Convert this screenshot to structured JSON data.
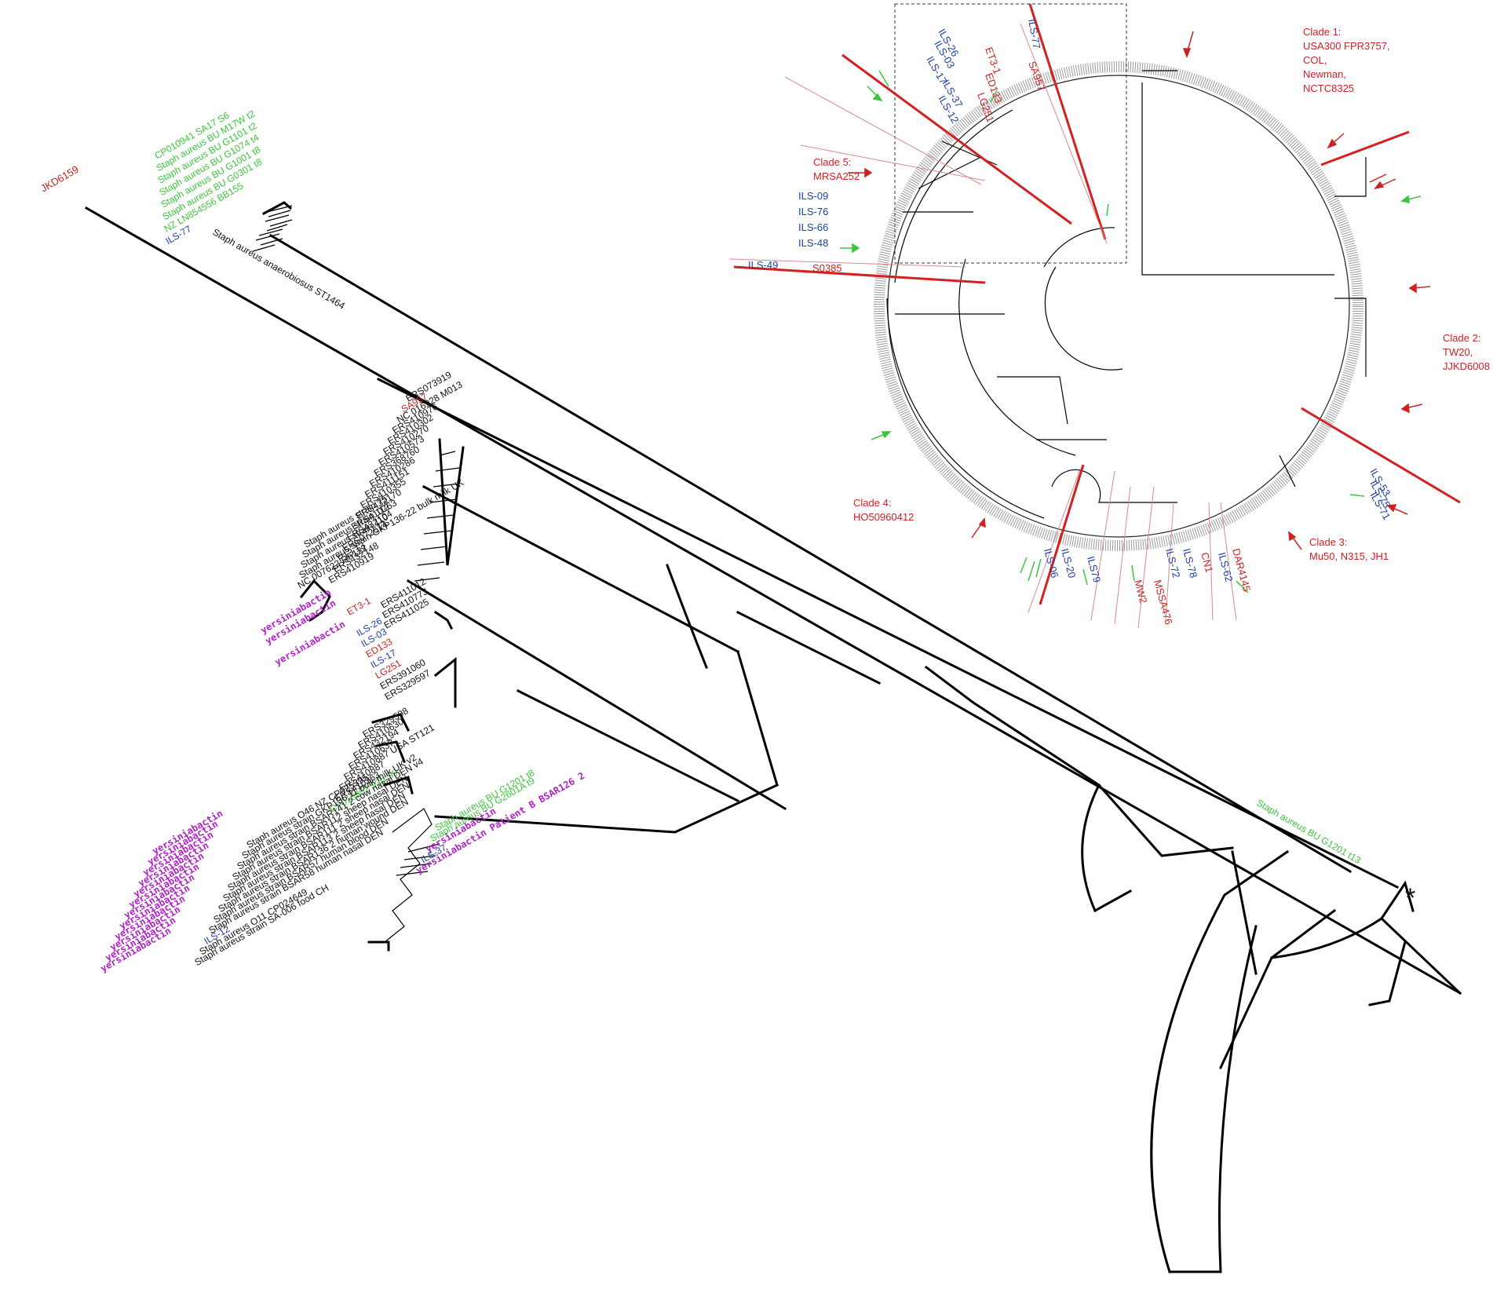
{
  "colors": {
    "black": "#111111",
    "red": "#cc2222",
    "blue": "#1f3fa8",
    "green": "#3cc63c",
    "magenta": "#b022c8"
  },
  "linear_tree": {
    "top_group": [
      {
        "text": "CP010941 SA17 S6",
        "color": "green"
      },
      {
        "text": "Staph aureus BU M17W t2",
        "color": "green"
      },
      {
        "text": "Staph aureus BU G1101 t2",
        "color": "green"
      },
      {
        "text": "Staph aureus BU G1074 t4",
        "color": "green"
      },
      {
        "text": "Staph aureus BU G1001 t8",
        "color": "green"
      },
      {
        "text": "Staph aureus BU G0301 t8",
        "color": "green"
      },
      {
        "text": "NZ LN854556 BB155",
        "color": "green"
      },
      {
        "text": "ILS-77",
        "color": "blue"
      }
    ],
    "jkd": "JKD6159",
    "anaerobiosus": "Staph aureus anaerobiosus ST1464",
    "ers_group": [
      {
        "text": "ERS073919",
        "color": "black"
      },
      {
        "text": "SA957",
        "color": "red"
      },
      {
        "text": "NC 016928 M013",
        "color": "black"
      },
      {
        "text": "ERS410976",
        "color": "black"
      },
      {
        "text": "ERS410302",
        "color": "black"
      },
      {
        "text": "ERS410270",
        "color": "black"
      },
      {
        "text": "ERS410573",
        "color": "black"
      },
      {
        "text": "ERS368760",
        "color": "black"
      },
      {
        "text": "ERS410286",
        "color": "black"
      },
      {
        "text": "ERS411151",
        "color": "black"
      },
      {
        "text": "ERS410355",
        "color": "black"
      },
      {
        "text": "ERS432170",
        "color": "black"
      },
      {
        "text": "ERS410763",
        "color": "black"
      },
      {
        "text": "ERS432104",
        "color": "black"
      },
      {
        "text": "ERS072614",
        "color": "black"
      },
      {
        "text": "P13 13",
        "color": "black"
      },
      {
        "text": "ERS432148",
        "color": "black"
      },
      {
        "text": "ERS410919",
        "color": "black"
      }
    ],
    "ers_small": [
      "ERS411012",
      "ERS410773",
      "ERS411025"
    ],
    "strain_group": [
      {
        "text": "Staph aureus strain 75",
        "color": "black"
      },
      {
        "text": "Staph aureus strain 112",
        "color": "black"
      },
      {
        "text": "Staph aureus strain 110",
        "color": "black"
      },
      {
        "text": "Staph aureus strain GKP136-22 bulk milk UK",
        "color": "black"
      },
      {
        "text": "NC 007622 RF122",
        "color": "black"
      }
    ],
    "mid_group": [
      {
        "yer": "",
        "text": "ET3-1",
        "color": "red"
      },
      {
        "yer": "yersiniabactin",
        "text": "",
        "color": "red"
      },
      {
        "yer": "yersiniabactin",
        "text": "ILS-26",
        "color": "blue"
      },
      {
        "yer": "",
        "text": "ILS-03",
        "color": "blue"
      },
      {
        "yer": "yersiniabactin",
        "text": "ED133",
        "color": "red"
      },
      {
        "yer": "",
        "text": "ILS-17",
        "color": "blue"
      },
      {
        "yer": "",
        "text": "LG251",
        "color": "red"
      },
      {
        "yer": "",
        "text": "ERS391060",
        "color": "black"
      },
      {
        "yer": "",
        "text": "ERS329597",
        "color": "black"
      }
    ],
    "low_group": [
      {
        "yer": "",
        "text": "ERS329598",
        "color": "black"
      },
      {
        "yer": "",
        "text": "ERS410630",
        "color": "black"
      },
      {
        "yer": "",
        "text": "ERS432194",
        "color": "black"
      },
      {
        "yer": "",
        "text": "ERS410637",
        "color": "black"
      },
      {
        "yer": "",
        "text": "ERS410887 USA ST121",
        "color": "black"
      },
      {
        "yer": "",
        "text": "ERS410887",
        "color": "black"
      },
      {
        "yer": "",
        "text": "ERS410363",
        "color": "black"
      },
      {
        "yer": "",
        "text": "CP010952 93b S9",
        "color": "green"
      },
      {
        "yer": "yersiniabactin",
        "text": "Staph aureus O46 NZ CP025395",
        "color": "black",
        "extra": "Staph aureus BU G1201 t8",
        "extra_color": "green"
      },
      {
        "yer": "yersiniabactin",
        "text": "Staph aureus strain GKP136 11 bulk milk UK v2",
        "color": "black",
        "extra": "Staph aureus BU G2601A t9",
        "extra_color": "green"
      },
      {
        "yer": "yersiniabactin",
        "text": "Staph aureus strain BSAR141 2 cow nasal DEN v4",
        "color": "black",
        "extra": "yersiniabactin",
        "extra_color": "magenta"
      },
      {
        "yer": "yersiniabactin",
        "text": "Staph aureus strain BSAR112 sheep nasal DEN",
        "color": "black",
        "extra": "ILS-37",
        "extra_color": "blue"
      },
      {
        "yer": "yersiniabactin",
        "text": "Staph aureus strain BSAR111 2 sheep nasal DEN",
        "color": "black",
        "extra": "yersiniabactin  Patient B BSAR126 2",
        "extra_color": "magenta"
      },
      {
        "yer": "yersiniabactin",
        "text": "Staph aureus strain BSAR113 2 sheep nasal DEN",
        "color": "black"
      },
      {
        "yer": "yersiniabactin",
        "text": "Staph aureus strain BSAR136 2 human wound DEN",
        "color": "black"
      },
      {
        "yer": "yersiniabactin",
        "text": "Staph aureus strain BSAR57 human blood DEN",
        "color": "black"
      },
      {
        "yer": "yersiniabactin",
        "text": "Staph aureus strain BSAR58 human nasal DEN",
        "color": "black"
      },
      {
        "yer": "yersiniabactin",
        "text": "ILS-12",
        "color": "blue"
      },
      {
        "yer": "yersiniabactin",
        "text": "Staph aureus O11 CP024649",
        "color": "black"
      },
      {
        "yer": "yersiniabactin",
        "text": "Staph aureus strain SA-006 food CH",
        "color": "black"
      }
    ],
    "bu_right": "Staph aureus BU G1201 t13",
    "asterisk": "*"
  },
  "circular_tree": {
    "clades": [
      {
        "name": "Clade 1:",
        "lines": [
          "USA300 FPR3757,",
          "COL,",
          "Newman,",
          "NCTC8325"
        ]
      },
      {
        "name": "Clade 2:",
        "lines": [
          "TW20,",
          "JJKD6008"
        ]
      },
      {
        "name": "Clade 3:",
        "lines": [
          "Mu50, N315, JH1"
        ]
      },
      {
        "name": "Clade 4:",
        "lines": [
          "HO50960412"
        ]
      },
      {
        "name": "Clade 5:",
        "lines": [
          "MRSA252"
        ]
      }
    ],
    "left_blue": [
      "ILS-09",
      "ILS-76",
      "ILS-66",
      "ILS-48"
    ],
    "ils49": "ILS-49",
    "s0385": "S0385",
    "box_labels": [
      {
        "text": "ILS-26",
        "color": "blue"
      },
      {
        "text": "ILS-03",
        "color": "blue"
      },
      {
        "text": "ILS-17",
        "color": "blue"
      },
      {
        "text": "ILS-37",
        "color": "blue"
      },
      {
        "text": "ILS-12",
        "color": "blue"
      },
      {
        "text": "ET3-1",
        "color": "red"
      },
      {
        "text": "ED133",
        "color": "red"
      },
      {
        "text": "LG251",
        "color": "red"
      },
      {
        "text": "SA957",
        "color": "red"
      },
      {
        "text": "ILS-77",
        "color": "blue"
      }
    ],
    "right_blue": [
      "ILS-53",
      "ILS-75",
      "ILS-71"
    ],
    "bottom_labels": [
      {
        "text": "ILS-06",
        "color": "blue"
      },
      {
        "text": "ILS-20",
        "color": "blue"
      },
      {
        "text": "ILS79",
        "color": "blue"
      },
      {
        "text": "MW2",
        "color": "red"
      },
      {
        "text": "MSSA476",
        "color": "red"
      },
      {
        "text": "ILS-72",
        "color": "blue"
      },
      {
        "text": "ILS-78",
        "color": "blue"
      },
      {
        "text": "CN1",
        "color": "red"
      },
      {
        "text": "ILS-62",
        "color": "blue"
      },
      {
        "text": "DAR4145",
        "color": "red"
      }
    ]
  }
}
